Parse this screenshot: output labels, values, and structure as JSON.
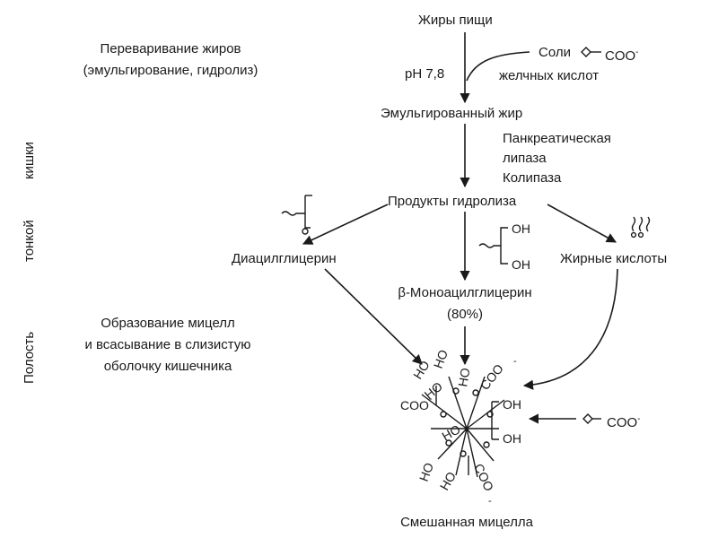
{
  "side": {
    "digest_line1": "Переваривание жиров",
    "digest_line2": "(эмульгирование, гидролиз)",
    "micelle_line1": "Образование мицелл",
    "micelle_line2": "и всасывание в слизистую",
    "micelle_line3": "оболочку кишечника",
    "vertical_word1": "Полость",
    "vertical_word2": "тонкой",
    "vertical_word3": "кишки"
  },
  "flow": {
    "dietary_fats": "Жиры пищи",
    "ph": "pH 7,8",
    "salts_prefix": "Соли",
    "salts_group": "COO",
    "salts_charge": "-",
    "bile_acids": "желчных кислот",
    "emulsified_fat": "Эмульгированный жир",
    "lipase1": "Панкреатическая",
    "lipase2": "липаза",
    "colipase": "Колипаза",
    "hydrolysis_products": "Продукты гидролиза",
    "diacylglycerol": "Диацилглицерин",
    "monoacylglycerol": "β-Моноацилглицерин",
    "mono_percent": "(80%)",
    "fatty_acids": "Жирные кислоты",
    "mixed_micelle": "Смешанная мицелла",
    "bile_salt_group": "COO",
    "bile_salt_charge": "-"
  },
  "chem": {
    "oh": "OH",
    "ho": "HO",
    "coo": "COO",
    "charge": "-"
  }
}
